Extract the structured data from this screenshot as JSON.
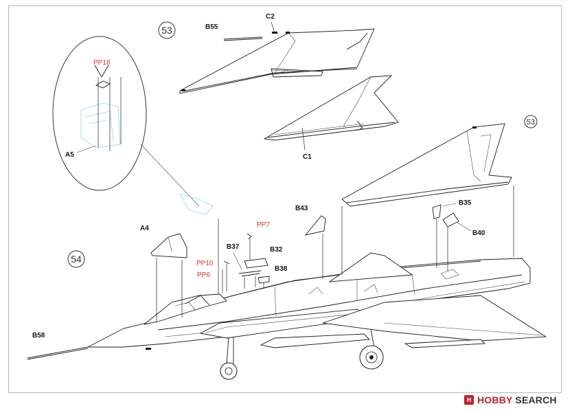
{
  "steps": {
    "s53": "53",
    "s53b": "53",
    "s54": "54"
  },
  "labels": {
    "B55": "B55",
    "C2": "C2",
    "C1": "C1",
    "PP18": "PP18",
    "A5": "A5",
    "A4": "A4",
    "B43": "B43",
    "B35": "B35",
    "B40": "B40",
    "PP7": "PP7",
    "B37": "B37",
    "B32": "B32",
    "B38": "B38",
    "PP10": "PP10",
    "PP6": "PP6",
    "B58": "B58"
  },
  "watermark": {
    "hobby": "HOBBY",
    "search": "SEARCH"
  },
  "colors": {
    "callout_red": "#d2322d",
    "clear_part_blue": "#8fd3e8",
    "watermark_red": "#c0202a"
  }
}
